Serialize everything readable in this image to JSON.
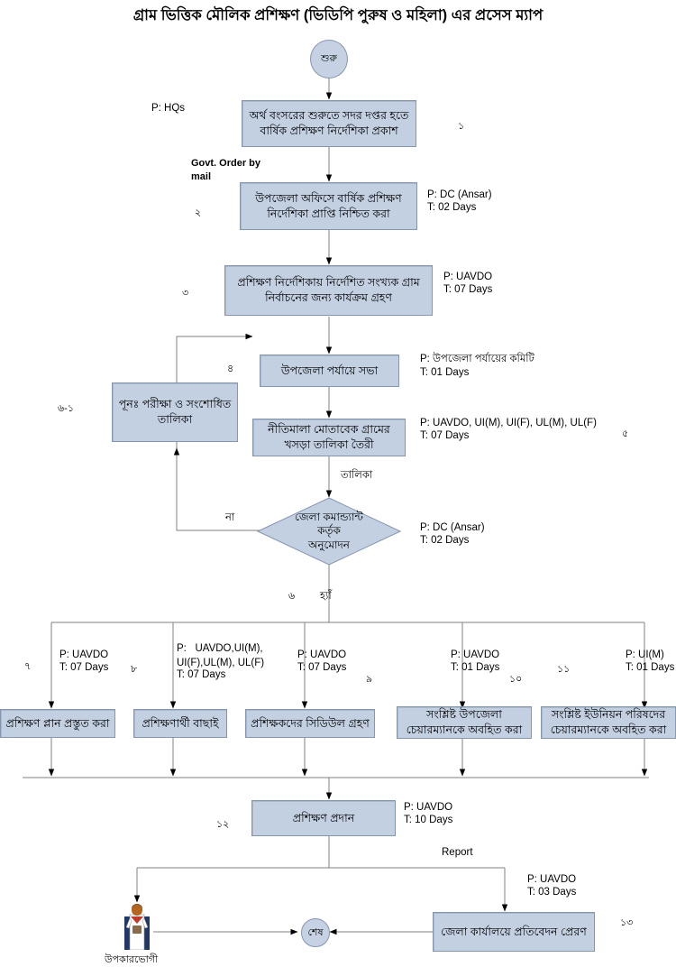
{
  "title": "গ্রাম ভিত্তিক মৌলিক প্রশিক্ষণ (ভিডিপি পুরুষ ও মহিলা) এর প্রসেস ম্যাপ",
  "start_node": {
    "label": "শুরু"
  },
  "end_node": {
    "label": "শেষ"
  },
  "nodes": [
    {
      "id": "n1",
      "num": "১",
      "text_line1": "অর্থ বংসরের শুরুতে সদর দপ্তর হতে",
      "text_line2": "বার্ষিক প্রশিক্ষণ নির্দেশিকা প্রকাশ",
      "p": "P: HQs",
      "t": ""
    },
    {
      "id": "n2",
      "num": "২",
      "text_line1": "উপজেলা অফিসে বার্ষিক প্রশিক্ষণ",
      "text_line2": "নির্দেশিকা প্রাপ্তি নিশ্চিত করা",
      "p": "P: DC (Ansar)",
      "t": "T: 02 Days"
    },
    {
      "id": "n3",
      "num": "৩",
      "text_line1": "প্রশিক্ষণ নির্দেশিকায় নির্দেশিত সংখ্যক গ্রাম",
      "text_line2": "নির্বাচনের জন্য কার্যক্রম গ্রহণ",
      "p": "P: UAVDO",
      "t": "T: 07 Days"
    },
    {
      "id": "n4",
      "num": "৪",
      "text_line1": "উপজেলা পর্যায়ে  সভা",
      "text_line2": "",
      "p": "P: উপজেলা পর্যায়ের কমিটি",
      "t": "T: 01 Days"
    },
    {
      "id": "n5",
      "num": "৫",
      "text_line1": "নীতিমালা মোতাবেক গ্রামের",
      "text_line2": "খসড়া তালিকা তৈরী",
      "p": "P: UAVDO, UI(M), UI(F), UL(M), UL(F)",
      "t": "T: 07 Days"
    },
    {
      "id": "n6_1",
      "num": "৬-১",
      "text_line1": "পূনঃ পরীক্ষা ও সংশোধিত",
      "text_line2": "তালিকা",
      "p": "",
      "t": ""
    },
    {
      "id": "n7",
      "num": "৭",
      "text_line1": "প্রশিক্ষণ প্লান প্রস্তুত করা",
      "text_line2": "",
      "p": "P: UAVDO",
      "t": "T: 07 Days"
    },
    {
      "id": "n8",
      "num": "৮",
      "text_line1": "প্রশিক্ষণার্থী বাছাই",
      "text_line2": "",
      "p": "P:   UAVDO,UI(M),\nUI(F),UL(M), UL(F)",
      "t": "T: 07 Days"
    },
    {
      "id": "n9",
      "num": "৯",
      "text_line1": "প্রশিক্ষকদের সিডিউল গ্রহণ",
      "text_line2": "",
      "p": "P: UAVDO",
      "t": "T: 07 Days"
    },
    {
      "id": "n10",
      "num": "১০",
      "text_line1": "সংশ্লিষ্ট উপজেলা",
      "text_line2": "চেয়ারম্যানকে অবহিত করা",
      "p": "P: UAVDO",
      "t": "T: 01 Days"
    },
    {
      "id": "n11",
      "num": "১১",
      "text_line1": "সংশ্লিষ্ট ইউনিয়ন পরিষদের",
      "text_line2": "চেয়ারম্যানকে অবহিত করা",
      "p": "P: UI(M)",
      "t": "T: 01 Days"
    },
    {
      "id": "n12",
      "num": "১২",
      "text_line1": "প্রশিক্ষণ প্রদান",
      "text_line2": "",
      "p": "P: UAVDO",
      "t": "T: 10 Days"
    },
    {
      "id": "n13",
      "num": "১৩",
      "text_line1": "জেলা কার্যালয়ে প্রতিবেদন প্রেরণ",
      "text_line2": "",
      "p": "P: UAVDO",
      "t": "T: 03 Days"
    }
  ],
  "decision": {
    "num": "৬",
    "line1": "জেলা কমান্ড্যান্ট",
    "line2": "কর্তৃক",
    "line3": "অনুমোদন",
    "p": "P: DC (Ansar)",
    "t": "T: 02 Days",
    "no_label": "না",
    "yes_label": "হ্যাঁ"
  },
  "edge_labels": {
    "govt_order": "Govt. Order by\nmail",
    "talika": "তালিকা",
    "report": "Report"
  },
  "actor": {
    "caption": "উপকারভোগী",
    "icon": "beneficiary-person-icon"
  },
  "colors": {
    "node_fill": "#c3d0e2",
    "node_border": "#8496b0",
    "line": "#808080",
    "text": "#000000",
    "background": "#ffffff"
  }
}
